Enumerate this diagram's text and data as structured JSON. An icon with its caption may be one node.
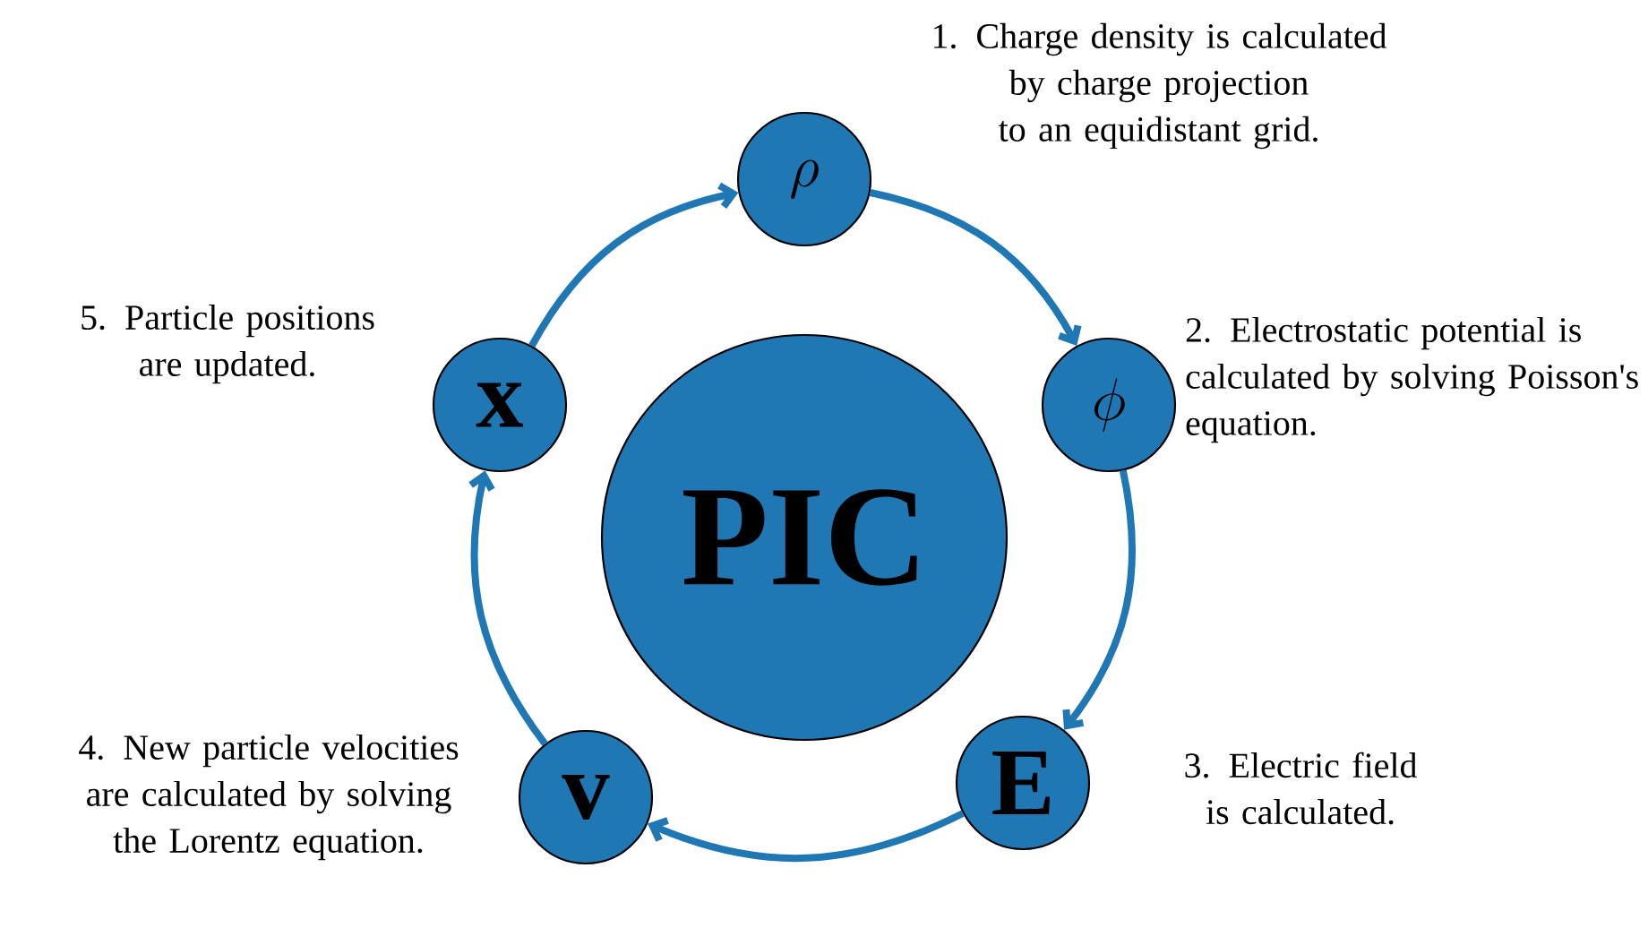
{
  "diagram": {
    "nodes": [
      {
        "text": [
          "PIC"
        ]
      },
      {
        "text": [
          "\\rho"
        ],
        "beside": [
          "1. Charge density is calculated by charge projection to an equidistant grid."
        ]
      },
      {
        "text": [
          "\\phi"
        ],
        "beside": [
          "2. Electrostatic potential is calculated by solving Poisson's equation."
        ]
      },
      {
        "text": [
          "\\mathbf{E}"
        ],
        "beside": [
          "3. Electric field is calculated."
        ]
      },
      {
        "text": [
          "\\mathbf{v}"
        ],
        "beside": [
          "4. New particle velocities are calculated by solving the Lorentz equation."
        ]
      },
      {
        "text": [
          "\\mathbf{x}"
        ],
        "beside": [
          "5. Particle positions are updated."
        ]
      }
    ],
    "edges": [
      {
        "from": 5,
        "to": 1,
        "arrow": "to"
      },
      {
        "from": 1,
        "to": 2,
        "arrow": "to"
      },
      {
        "from": 2,
        "to": 3,
        "arrow": "to"
      },
      {
        "from": 3,
        "to": 4,
        "arrow": "to"
      },
      {
        "from": 4,
        "to": 5,
        "arrow": "to"
      }
    ]
  }
}
